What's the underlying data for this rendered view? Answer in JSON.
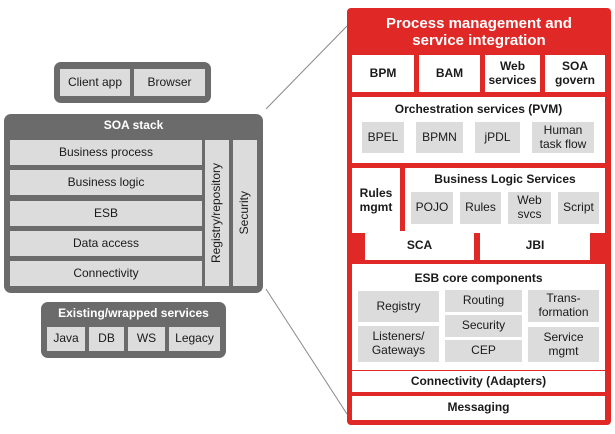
{
  "left": {
    "client_row": [
      "Client app",
      "Browser"
    ],
    "soa_stack": {
      "title": "SOA stack",
      "layers": [
        "Business process",
        "Business logic",
        "ESB",
        "Data access",
        "Connectivity"
      ],
      "registry": "Registry/repository",
      "security": "Security"
    },
    "existing": {
      "title": "Existing/wrapped services",
      "items": [
        "Java",
        "DB",
        "WS",
        "Legacy"
      ]
    }
  },
  "right": {
    "title": "Process management and service integration",
    "top_row": [
      "BPM",
      "BAM",
      "Web services",
      "SOA govern"
    ],
    "orchestration": {
      "title": "Orchestration services (PVM)",
      "items": [
        "BPEL",
        "BPMN",
        "jPDL",
        "Human task flow"
      ]
    },
    "rules_mgmt": "Rules mgmt",
    "business_logic": {
      "title": "Business Logic Services",
      "items": [
        "POJO",
        "Rules",
        "Web svcs",
        "Script"
      ]
    },
    "sca": "SCA",
    "jbi": "JBI",
    "esb_core": {
      "title": "ESB core components",
      "registry": "Registry",
      "listeners": "Listeners/ Gateways",
      "routing": "Routing",
      "security": "Security",
      "cep": "CEP",
      "transformation": "Trans- formation",
      "service_mgmt": "Service mgmt"
    },
    "connectivity": "Connectivity (Adapters)",
    "messaging": "Messaging"
  },
  "colors": {
    "grey_panel": "#6b6b6b",
    "grey_cell": "#dcdcdc",
    "red_panel": "#e02826",
    "connector": "#8a8a8a"
  }
}
